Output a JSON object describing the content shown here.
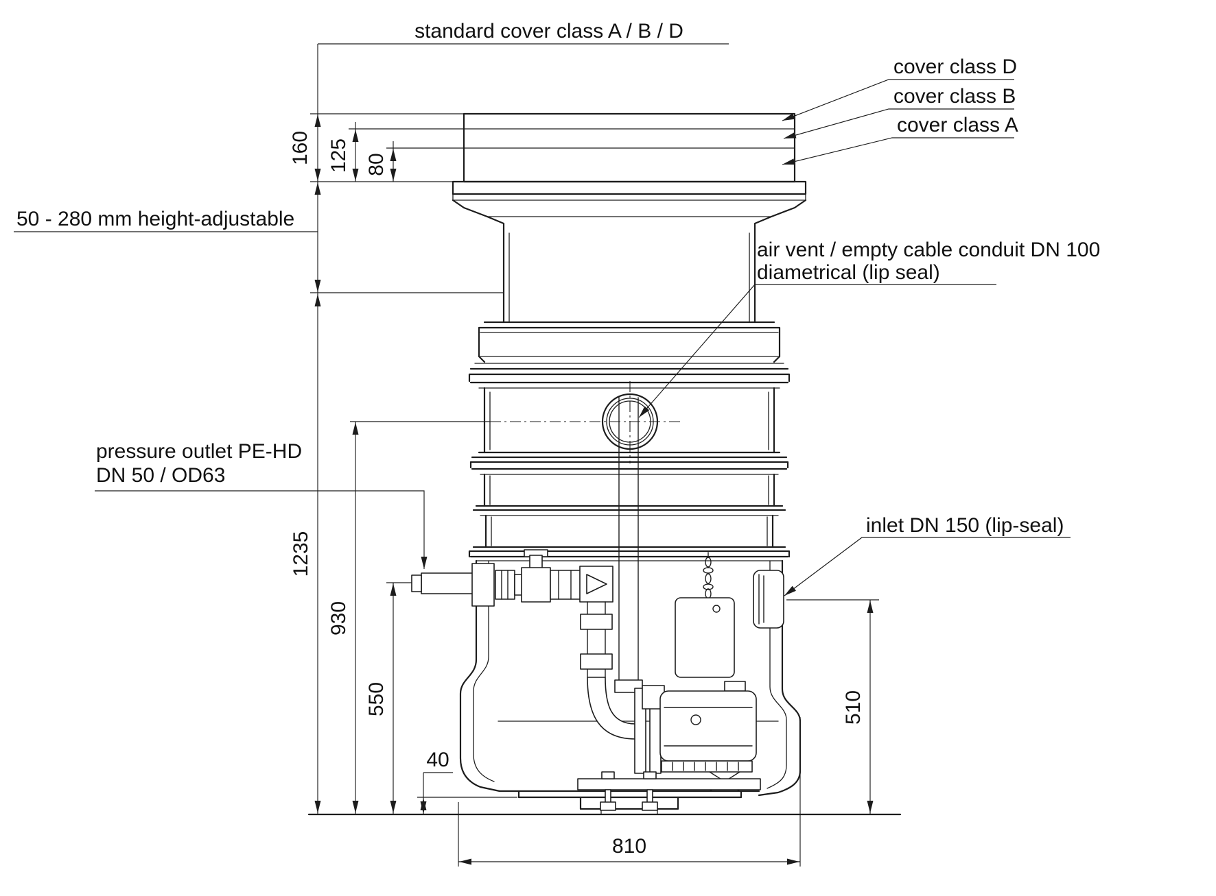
{
  "drawing": {
    "type": "technical-section-drawing",
    "subject": "underground pump / lifting station shaft, sectional elevation with dimensions",
    "title": "standard cover class A / B / D",
    "callouts": {
      "cover_class_d": "cover class D",
      "cover_class_b": "cover class B",
      "cover_class_a": "cover class A",
      "height_adjustable": "50 - 280 mm height-adjustable",
      "air_vent_line1": "air vent / empty cable conduit DN 100",
      "air_vent_line2": "diametrical (lip seal)",
      "pressure_outlet_line1": "pressure outlet PE-HD",
      "pressure_outlet_line2": "DN 50 / OD63",
      "inlet": "inlet DN 150 (lip-seal)"
    },
    "dimensions_mm": {
      "cover_recess_total": "160",
      "cover_recess_class_b": "125",
      "cover_recess_class_a": "80",
      "overall_height": "1235",
      "air_vent_center_height": "930",
      "pressure_outlet_height": "550",
      "base_recess": "40",
      "inlet_height": "510",
      "base_width": "810"
    },
    "colors": {
      "line": "#1c1c1c",
      "background": "#ffffff",
      "text": "#111111"
    }
  }
}
